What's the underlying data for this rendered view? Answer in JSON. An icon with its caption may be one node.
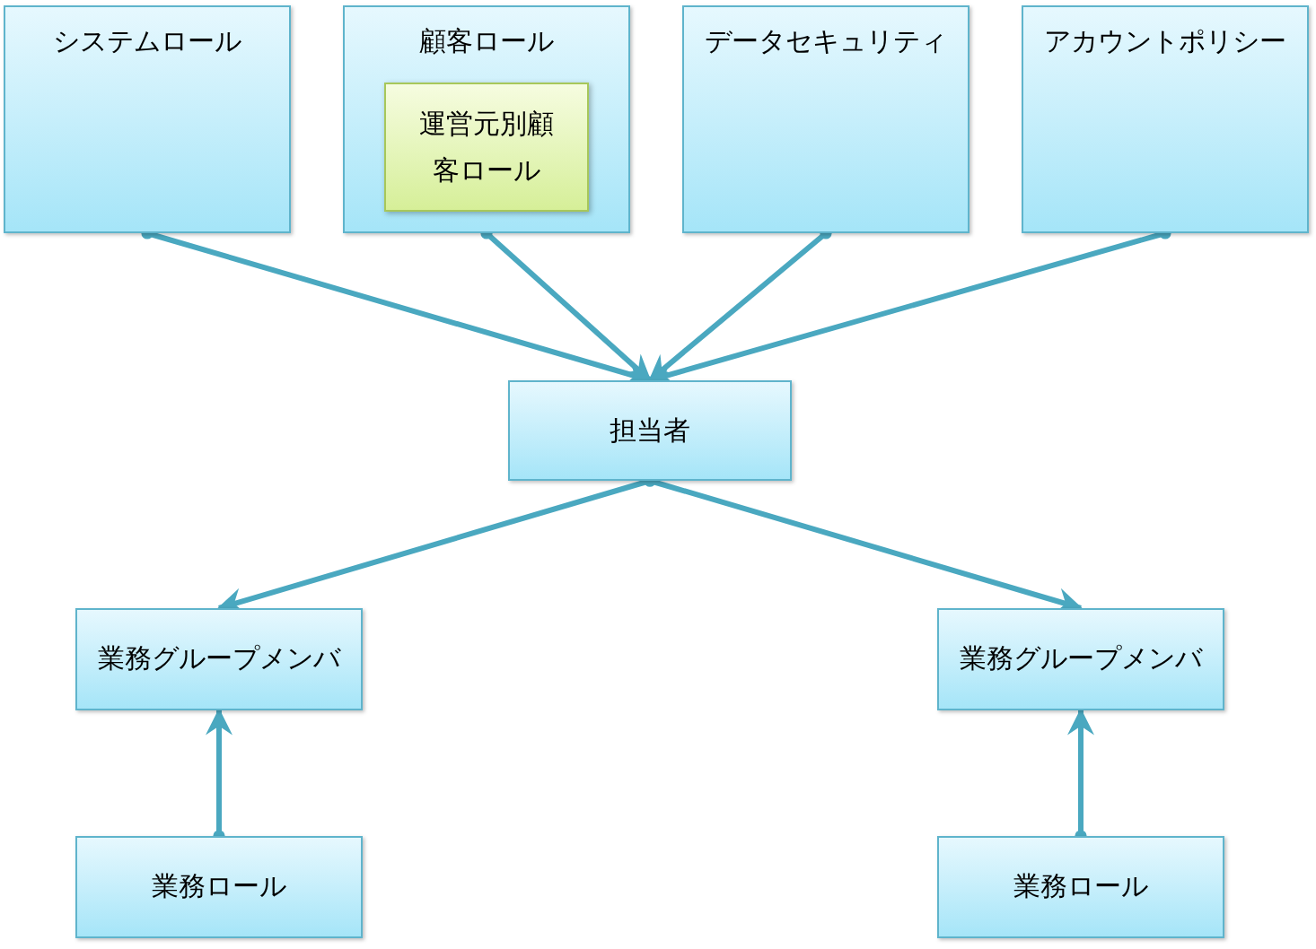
{
  "diagram": {
    "nodes": [
      {
        "text": [
          "システムロール"
        ]
      },
      {
        "text": [
          "顧客ロール"
        ]
      },
      {
        "text": [
          "運営元別顧客ロール"
        ],
        "in": 1
      },
      {
        "text": [
          "データセキュリティ"
        ]
      },
      {
        "text": [
          "アカウントポリシー"
        ]
      },
      {
        "text": [
          "担当者"
        ]
      },
      {
        "text": [
          "業務グループメンバ"
        ]
      },
      {
        "text": [
          "業務グループメンバ"
        ]
      },
      {
        "text": [
          "業務ロール"
        ]
      },
      {
        "text": [
          "業務ロール"
        ]
      }
    ],
    "edges": [
      {
        "from": 0,
        "to": 5,
        "arrow": "to"
      },
      {
        "from": 1,
        "to": 5,
        "arrow": "to"
      },
      {
        "from": 3,
        "to": 5,
        "arrow": "to"
      },
      {
        "from": 4,
        "to": 5,
        "arrow": "to"
      },
      {
        "from": 5,
        "to": 6,
        "arrow": "to"
      },
      {
        "from": 5,
        "to": 7,
        "arrow": "to"
      },
      {
        "from": 8,
        "to": 6,
        "arrow": "to"
      },
      {
        "from": 9,
        "to": 7,
        "arrow": "to"
      }
    ]
  }
}
